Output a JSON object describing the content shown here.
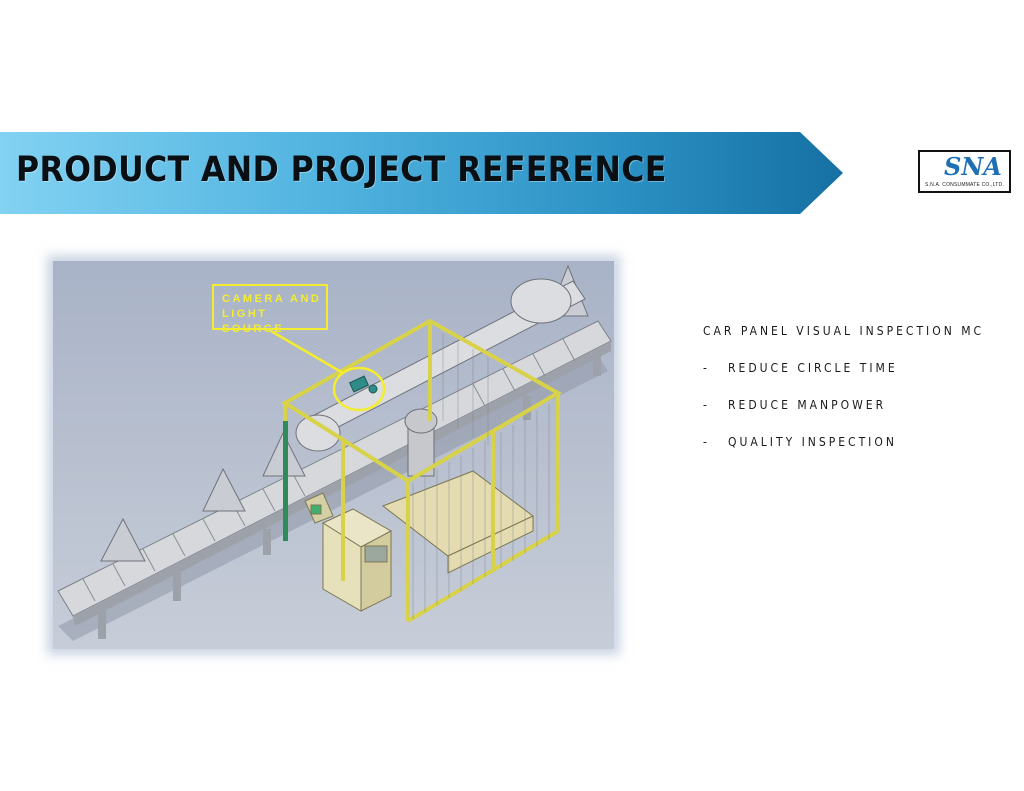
{
  "header": {
    "title": "PRODUCT AND PROJECT REFERENCE"
  },
  "logo": {
    "mark": "SNA",
    "company": "S.N.A. CONSUMMATE CO.,LTD."
  },
  "figure": {
    "callout_lines": [
      "CAMERA AND",
      "LIGHT SOURCE"
    ]
  },
  "info": {
    "heading": "CAR PANEL VISUAL INSPECTION MC",
    "bullet_marker": "-",
    "items": [
      "REDUCE CIRCLE TIME",
      "REDUCE MANPOWER",
      "QUALITY INSPECTION"
    ]
  },
  "colors": {
    "banner_start": "#82d2f2",
    "banner_end": "#1670a3",
    "callout": "#f4ec2e"
  }
}
